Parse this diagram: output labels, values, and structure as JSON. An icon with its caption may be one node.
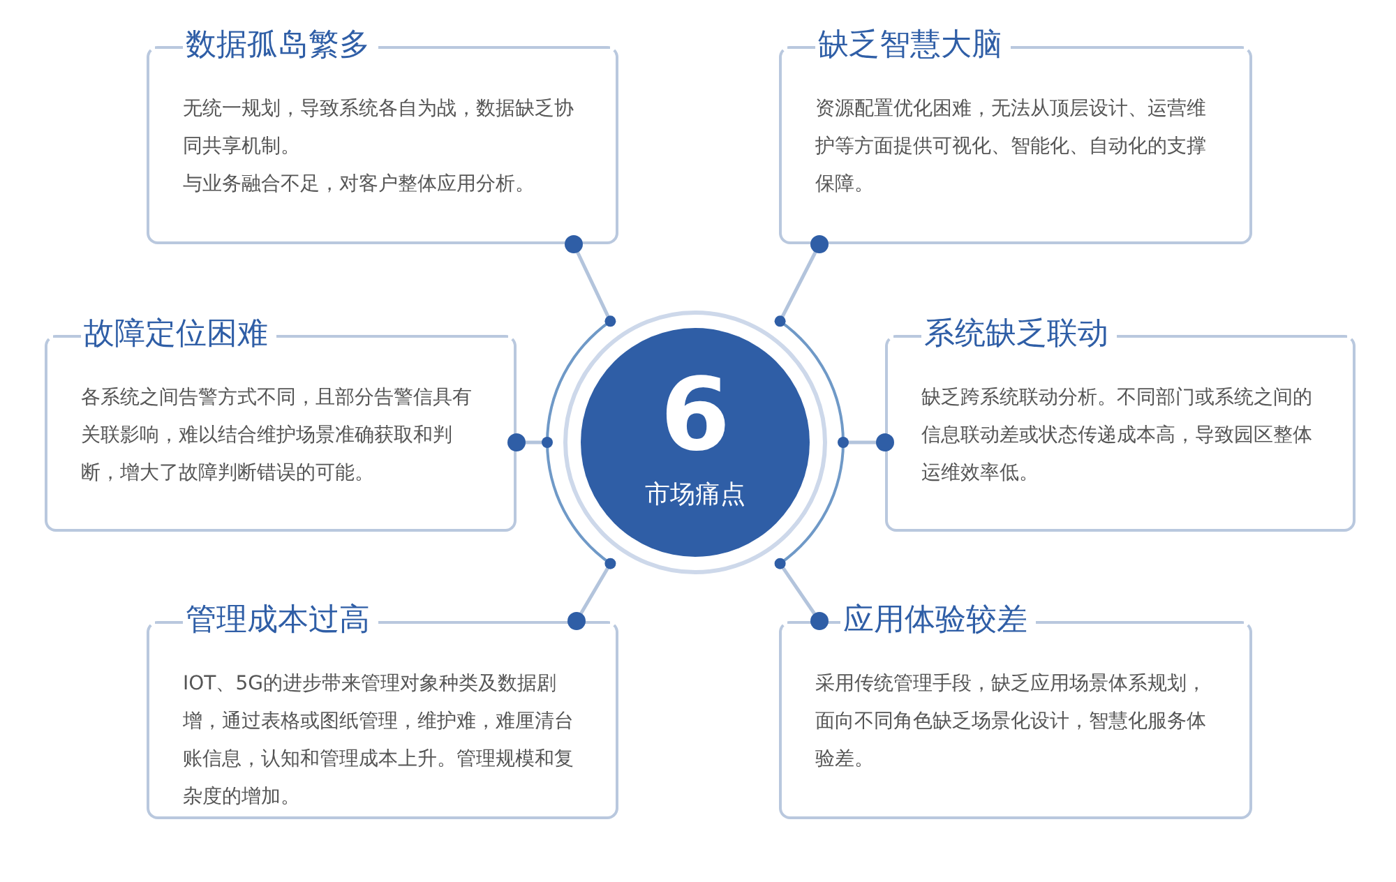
{
  "diagram": {
    "nodes": [
      {
        "text": [
          "6",
          "市场痛点"
        ]
      },
      {
        "text": [
          "数据孤岛繁多",
          "无统一规划，导致系统各自为战，数据缺乏协同共享机制。",
          "与业务融合不足，对客户整体应用分析。"
        ]
      },
      {
        "text": [
          "缺乏智慧大脑",
          "资源配置优化困难，无法从顶层设计、运营维护等方面提供可视化、智能化、自动化的支撑保障。"
        ]
      },
      {
        "text": [
          "故障定位困难",
          "各系统之间告警方式不同，且部分告警信具有关联影响，难以结合维护场景准确获取和判断，增大了故障判断错误的可能。"
        ]
      },
      {
        "text": [
          "系统缺乏联动",
          "缺乏跨系统联动分析。不同部门或系统之间的信息联动差或状态传递成本高，导致园区整体运维效率低。"
        ]
      },
      {
        "text": [
          "管理成本过高",
          "IOT、5G的进步带来管理对象种类及数据剧增，通过表格或图纸管理，维护难，难厘清台账信息，认知和管理成本上升。管理规模和复杂度的增加。"
        ]
      },
      {
        "text": [
          "应用体验较差",
          "采用传统管理手段，缺乏应用场景体系规划，面向不同角色缺乏场景化设计，智慧化服务体验差。"
        ]
      }
    ],
    "edges": [
      {
        "from": 0,
        "to": 1,
        "arrow": "other"
      },
      {
        "from": 0,
        "to": 2,
        "arrow": "other"
      },
      {
        "from": 0,
        "to": 3,
        "arrow": "other"
      },
      {
        "from": 0,
        "to": 4,
        "arrow": "other"
      },
      {
        "from": 0,
        "to": 5,
        "arrow": "other"
      },
      {
        "from": 0,
        "to": 6,
        "arrow": "other"
      }
    ]
  }
}
